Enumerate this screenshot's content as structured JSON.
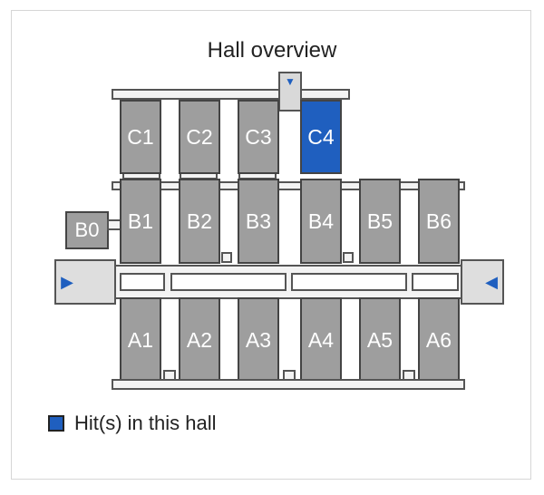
{
  "title": "Hall overview",
  "colors": {
    "hit": "#1f5fbf",
    "stall": "#9e9e9e"
  },
  "stalls": {
    "C1": "C1",
    "C2": "C2",
    "C3": "C3",
    "C4": "C4",
    "B0": "B0",
    "B1": "B1",
    "B2": "B2",
    "B3": "B3",
    "B4": "B4",
    "B5": "B5",
    "B6": "B6",
    "A1": "A1",
    "A2": "A2",
    "A3": "A3",
    "A4": "A4",
    "A5": "A5",
    "A6": "A6"
  },
  "icons": {
    "scroll_down": "chevron-down-icon",
    "left_gate": "arrow-right-icon",
    "right_gate": "arrow-left-icon"
  },
  "legend": {
    "label": "Hit(s) in this hall"
  }
}
